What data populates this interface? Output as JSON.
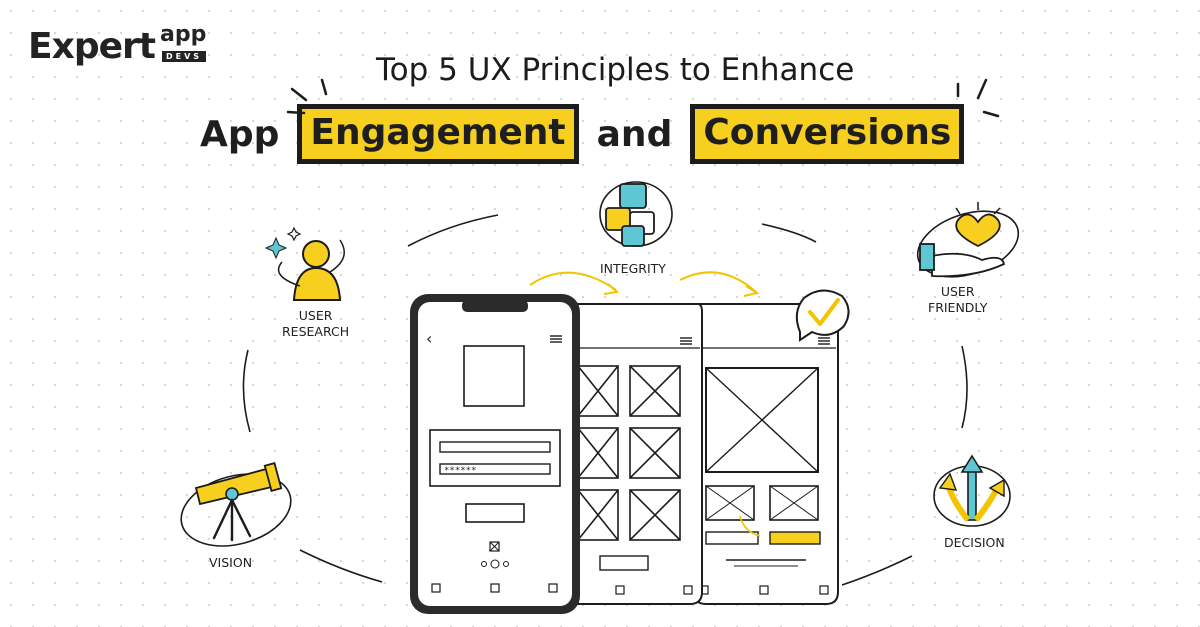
{
  "logo": {
    "word": "Expert",
    "superscript": "app",
    "sub": "DEVS"
  },
  "headline": {
    "line1": "Top 5 UX Principles to Enhance",
    "word1": "App",
    "highlight1": "Engagement",
    "joiner": "and",
    "highlight2": "Conversions"
  },
  "principles": {
    "user_research": [
      "USER",
      "RESEARCH"
    ],
    "integrity": "INTEGRITY",
    "user_friendly": [
      "USER",
      "FRIENDLY"
    ],
    "vision": "VISION",
    "decision": "DECISION"
  },
  "colors": {
    "accent": "#f7cf1f",
    "teal": "#5fc7d3",
    "ink": "#1c1c1c",
    "phone_frame": "#2b2b2b"
  },
  "icons": [
    "user-research-icon",
    "puzzle-icon",
    "heart-hand-icon",
    "telescope-icon",
    "arrows-decision-icon",
    "checkmark-bubble-icon"
  ],
  "wireframe": {
    "password_mask": "******"
  }
}
